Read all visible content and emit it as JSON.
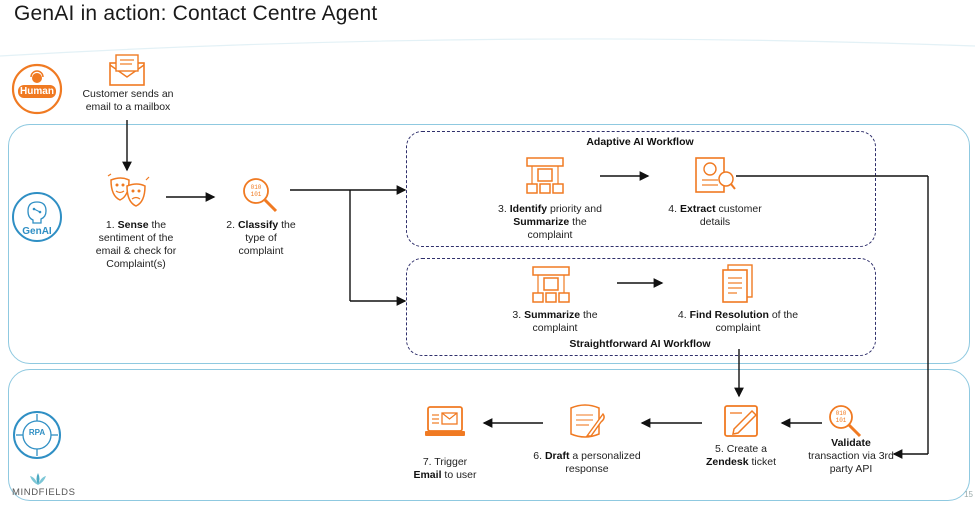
{
  "title": "GenAI in action: Contact Centre Agent",
  "lanes": {
    "human": "Human",
    "genai": "GenAI",
    "rpa": "RPA"
  },
  "steps": {
    "customer": "Customer sends an email to a mailbox",
    "s1_num": "1. ",
    "s1_bold": "Sense",
    "s1_rest": " the sentiment of the email & check for Complaint(s)",
    "s2_num": "2. ",
    "s2_bold": "Classify",
    "s2_rest": " the type of complaint",
    "a3_num": "3. ",
    "a3_bold1": "Identify",
    "a3_mid": " priority and ",
    "a3_bold2": "Summarize",
    "a3_rest": " the complaint",
    "a4_num": "4. ",
    "a4_bold": "Extract",
    "a4_rest": " customer details",
    "b3_num": "3. ",
    "b3_bold": "Summarize",
    "b3_rest": " the complaint",
    "b4_num": "4. ",
    "b4_bold": "Find Resolution",
    "b4_rest": " of the complaint",
    "validate_bold": "Validate",
    "validate_rest": "transaction via 3rd party API",
    "s5_line1": "5. Create a",
    "s5_bold": "Zendesk",
    "s5_rest": " ticket",
    "s6_num": "6. ",
    "s6_bold": "Draft",
    "s6_rest": " a personalized response",
    "s7_line1": "7. Trigger",
    "s7_bold": "Email",
    "s7_rest": " to user"
  },
  "workflows": {
    "adaptive": "Adaptive AI Workflow",
    "straightforward": "Straightforward AI Workflow"
  },
  "footer": {
    "logo": "MINDFIELDS",
    "page": "15"
  },
  "colors": {
    "orange": "#f07a22",
    "lane_border": "#8fc9e0",
    "workflow_border": "#2f2f6b",
    "badge_blue": "#2f8fc4",
    "arrow": "#111111"
  }
}
